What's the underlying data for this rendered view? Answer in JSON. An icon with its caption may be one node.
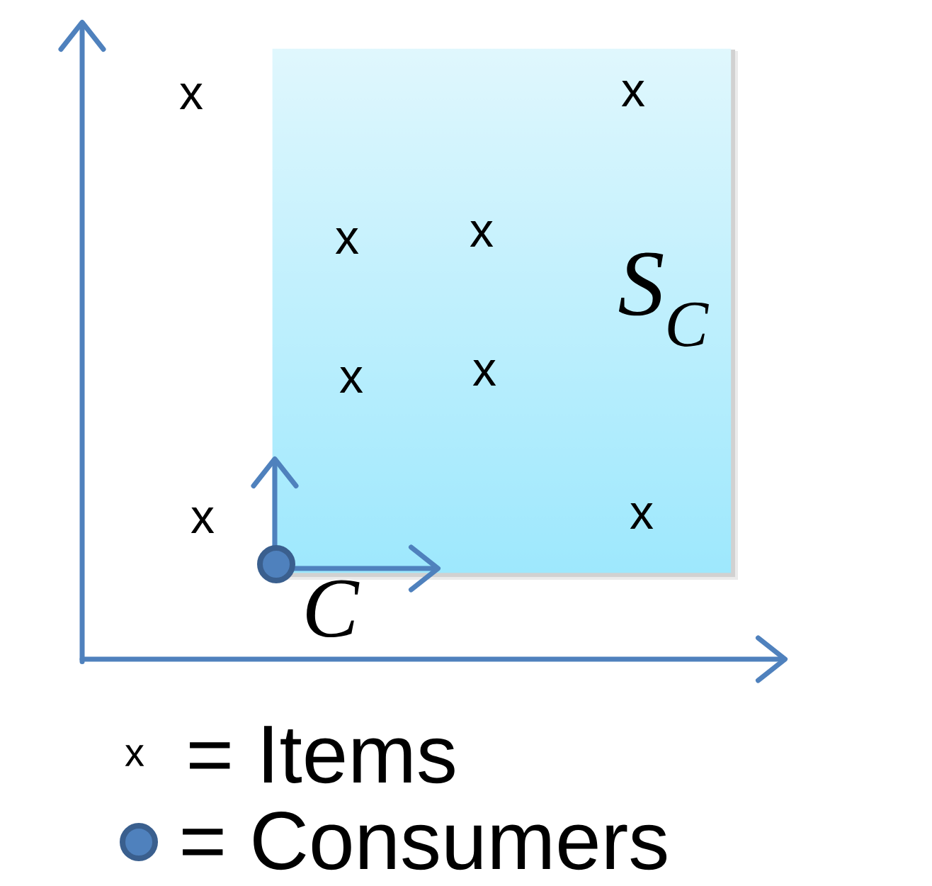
{
  "diagram": {
    "nodes": [
      {
        "text": [
          "S$_{C}$"
        ]
      }
    ],
    "labels": [
      "x",
      "x",
      "x",
      "x",
      "x",
      "x",
      "x",
      "x",
      "C",
      "x"
    ],
    "legend": [
      {
        "text": "= Items"
      },
      {
        "text": "= Consumers"
      }
    ]
  }
}
